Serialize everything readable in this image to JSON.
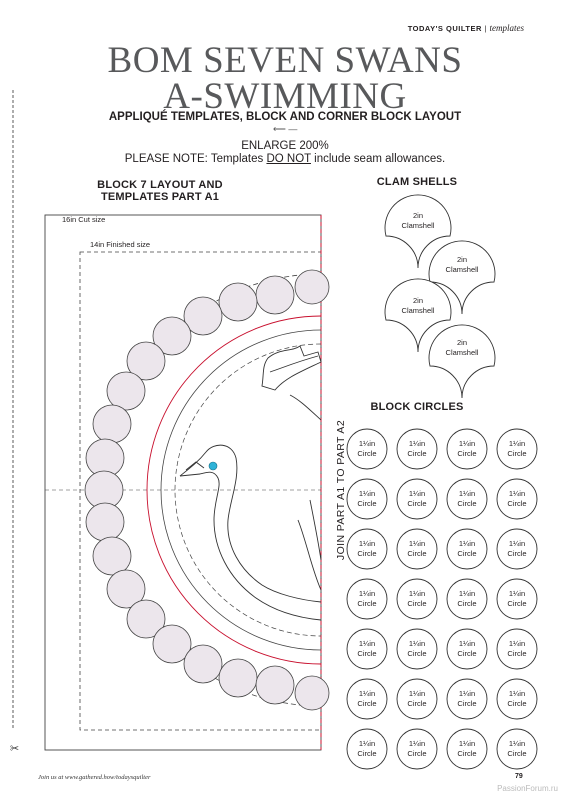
{
  "header": {
    "brand": "TODAY'S QUILTER",
    "separator": "|",
    "section": "templates"
  },
  "title": {
    "line1": "BOM SEVEN SWANS",
    "line2": "A-SWIMMING"
  },
  "subtitle": "APPLIQUÉ TEMPLATES, BLOCK AND CORNER BLOCK LAYOUT",
  "enlarge": "ENLARGE 200%",
  "note": {
    "prefix": "PLEASE NOTE: Templates ",
    "emphasis": "DO NOT",
    "suffix": " include seam allowances."
  },
  "block_layout": {
    "heading_line1": "BLOCK 7 LAYOUT AND",
    "heading_line2": "TEMPLATES PART A1",
    "cut_size": "16in Cut size",
    "finished_size": "14in Finished size",
    "join_label": "JOIN PART A1 TO PART A2"
  },
  "clam_shells": {
    "heading": "CLAM SHELLS",
    "items": [
      {
        "size": "2in",
        "name": "Clamshell"
      },
      {
        "size": "2in",
        "name": "Clamshell"
      },
      {
        "size": "2in",
        "name": "Clamshell"
      },
      {
        "size": "2in",
        "name": "Clamshell"
      }
    ]
  },
  "block_circles": {
    "heading": "BLOCK CIRCLES",
    "size": "1¼in",
    "name": "Circle",
    "rows": 7,
    "cols": 4
  },
  "footer": {
    "left": "Join us at www.gathered.how/todaysquilter",
    "page": "79",
    "watermark": "PassionForum.ru"
  },
  "colors": {
    "dashed_red": "#c8102e",
    "circle_fill": "#ece6ec",
    "eye": "#2eb3d8"
  }
}
